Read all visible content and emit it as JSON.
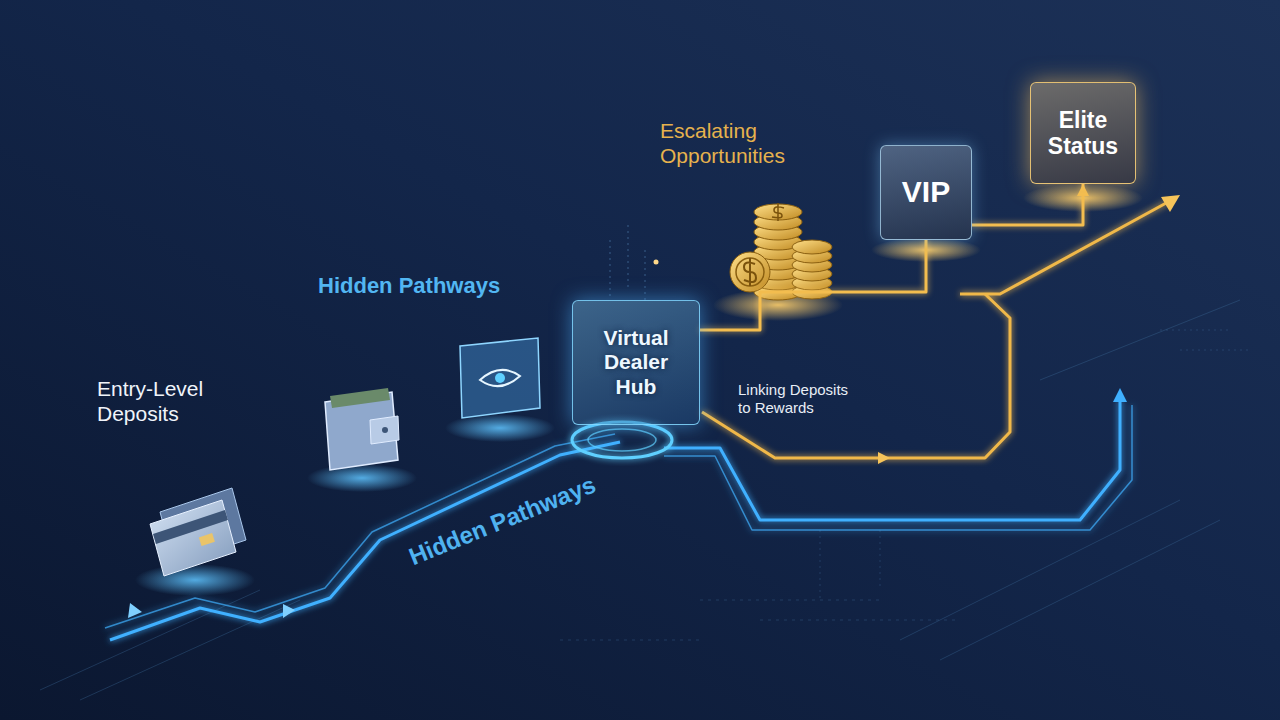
{
  "diagram": {
    "nodes": [
      {
        "text": [
          "Virtual Dealer Hub"
        ]
      },
      {
        "text": [
          "VIP"
        ]
      },
      {
        "text": [
          "Elite Status"
        ]
      }
    ],
    "edges": [
      {
        "from": 0,
        "to": 1,
        "arrow": "none"
      },
      {
        "from": 1,
        "to": 2,
        "arrow": "to"
      }
    ],
    "labels": [
      "Entry-Level Deposits",
      "Hidden Pathways",
      "Hidden Pathways",
      "Escalating Opportunities",
      "Linking Deposits to Rewards"
    ]
  }
}
